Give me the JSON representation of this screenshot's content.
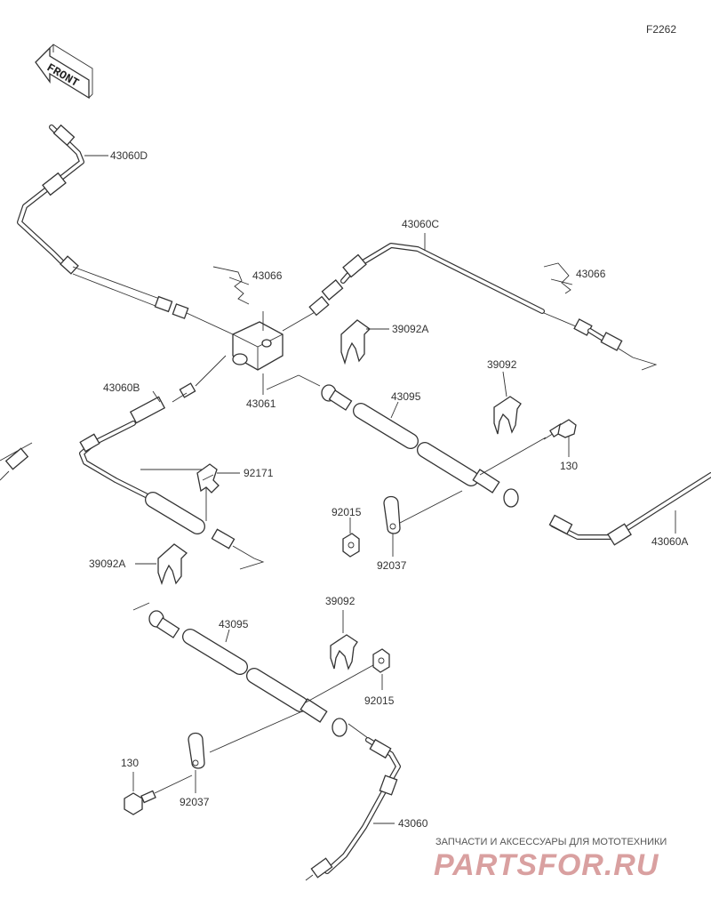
{
  "figure_code": "F2262",
  "direction_label": "FRONT",
  "callouts": {
    "p43060D": "43060D",
    "p43060C": "43060C",
    "p43060B": "43060B",
    "p43060A": "43060A",
    "p43060": "43060",
    "p43061": "43061",
    "p39092A_top": "39092A",
    "p39092A_left": "39092A",
    "p39092_right": "39092",
    "p39092_lower": "39092",
    "p43095_upper": "43095",
    "p43095_lower": "43095",
    "p92171": "92171",
    "p130_right": "130",
    "p130_lower": "130",
    "p92015_mid": "92015",
    "p92015_lower": "92015",
    "p92037_mid": "92037",
    "p92037_lower": "92037",
    "p43066_clip_a": "43066",
    "p43066_clip_b": "43066"
  },
  "watermark": {
    "subtitle": "ЗАПЧАСТИ И АКСЕССУАРЫ ДЛЯ МОТОТЕХНИКИ",
    "brand": "PARTSFOR.RU"
  }
}
